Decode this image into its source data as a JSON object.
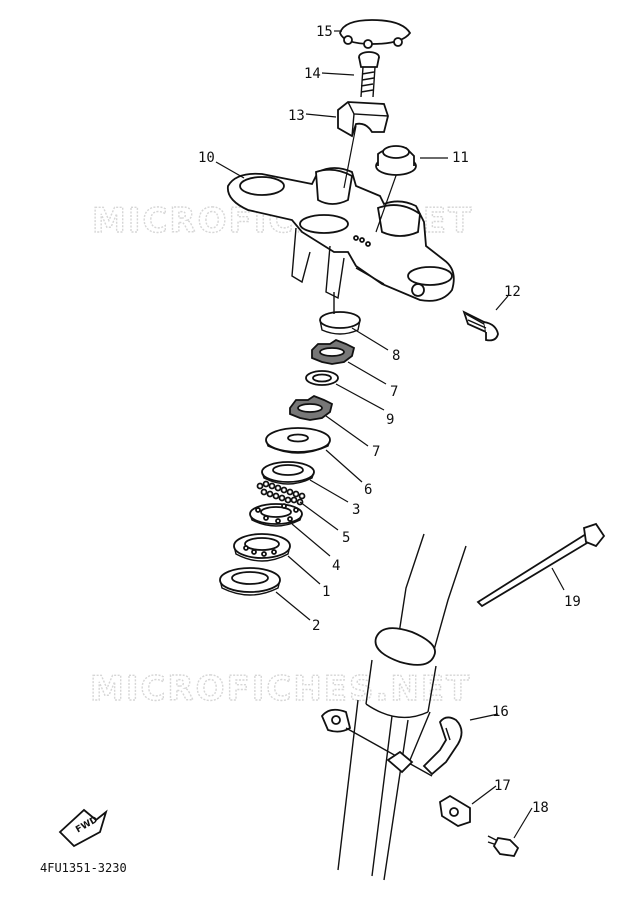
{
  "watermarks": [
    "MICROFICHES.NET",
    "MICROFICHES.NET"
  ],
  "diagram_code": "4FU1351-3230",
  "fwd_label": "FWD",
  "callouts": {
    "c1": "1",
    "c2": "2",
    "c3": "3",
    "c4": "4",
    "c5": "5",
    "c6": "6",
    "c7a": "7",
    "c7b": "7",
    "c8": "8",
    "c9": "9",
    "c10": "10",
    "c11": "11",
    "c12": "12",
    "c13": "13",
    "c14": "14",
    "c15": "15",
    "c16": "16",
    "c17": "17",
    "c18": "18",
    "c19": "19"
  }
}
